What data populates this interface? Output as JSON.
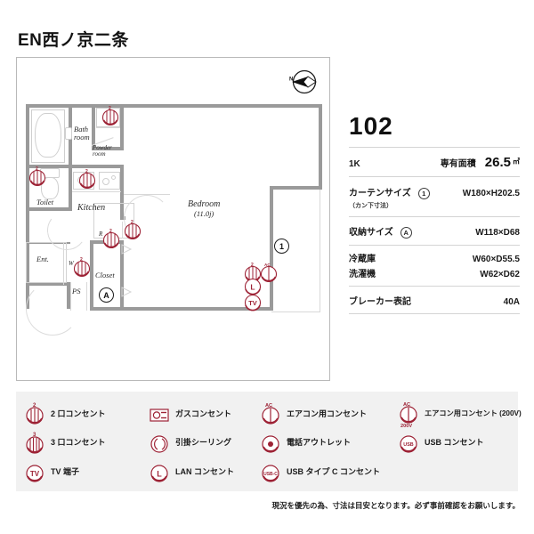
{
  "header": {
    "title": "EN西ノ京二条"
  },
  "floorplan": {
    "compass_label": "N",
    "rooms": [
      {
        "name": "Bath room",
        "line1": "Bath",
        "line2": "room"
      },
      {
        "name": "Powder room",
        "line1": "Powder",
        "line2": "room"
      },
      {
        "name": "Toilet",
        "line1": "Toilet",
        "line2": ""
      },
      {
        "name": "Kitchen",
        "line1": "Kitchen",
        "line2": ""
      },
      {
        "name": "Bedroom",
        "line1": "Bedroom",
        "line2": "(11.0j)"
      },
      {
        "name": "Entrance",
        "line1": "Ent.",
        "line2": ""
      },
      {
        "name": "Pipe space",
        "line1": "PS",
        "line2": ""
      },
      {
        "name": "Closet",
        "line1": "Closet",
        "line2": ""
      },
      {
        "name": "Refrigerator",
        "line1": "R",
        "line2": ""
      },
      {
        "name": "Washer",
        "line1": "W",
        "line2": ""
      }
    ],
    "callouts": [
      {
        "id": "curtain-callout",
        "label": "1"
      },
      {
        "id": "storage-callout",
        "label": "A"
      }
    ],
    "outlet_labels": {
      "two": "2",
      "three": "3",
      "ac": "AC",
      "ac200": "200V",
      "lan": "L",
      "tv": "TV",
      "usb": "USB",
      "usbc": "USB-C"
    }
  },
  "info": {
    "unit_number": "102",
    "layout_label": "1K",
    "area_label": "専有面積",
    "area_value": "26.5",
    "area_unit": "㎡",
    "curtain_label": "カーテンサイズ",
    "curtain_sub": "（カン下寸法）",
    "curtain_mark": "1",
    "curtain_value": "W180×H202.5",
    "storage_label": "収納サイズ",
    "storage_mark": "A",
    "storage_value": "W118×D68",
    "fridge_label": "冷蔵庫",
    "fridge_value": "W60×D55.5",
    "washer_label": "洗濯機",
    "washer_value": "W62×D62",
    "breaker_label": "ブレーカー表記",
    "breaker_value": "40A"
  },
  "legend": {
    "items": [
      {
        "icon": "outlet-2-icon",
        "label": "2 口コンセント"
      },
      {
        "icon": "outlet-3-icon",
        "label": "3 口コンセント"
      },
      {
        "icon": "tv-jack-icon",
        "label": "TV 端子"
      },
      {
        "icon": "gas-outlet-icon",
        "label": "ガスコンセント"
      },
      {
        "icon": "ceiling-hook-icon",
        "label": "引掛シーリング"
      },
      {
        "icon": "lan-outlet-icon",
        "label": "LAN コンセント"
      },
      {
        "icon": "ac-outlet-icon",
        "label": "エアコン用コンセント"
      },
      {
        "icon": "phone-outlet-icon",
        "label": "電話アウトレット"
      },
      {
        "icon": "usbc-outlet-icon",
        "label": "USB タイプ C コンセント"
      },
      {
        "icon": "ac-outlet-200v-icon",
        "label": "エアコン用コンセント (200V)"
      },
      {
        "icon": "usb-outlet-icon",
        "label": "USB コンセント"
      }
    ]
  },
  "footer": {
    "note": "現況を優先の為、寸法は目安となります。必ず事前確認をお願いします。"
  },
  "colors": {
    "marker": "#9d2235",
    "wall": "#9a9a9a",
    "legend_bg": "#f1f1f1"
  }
}
